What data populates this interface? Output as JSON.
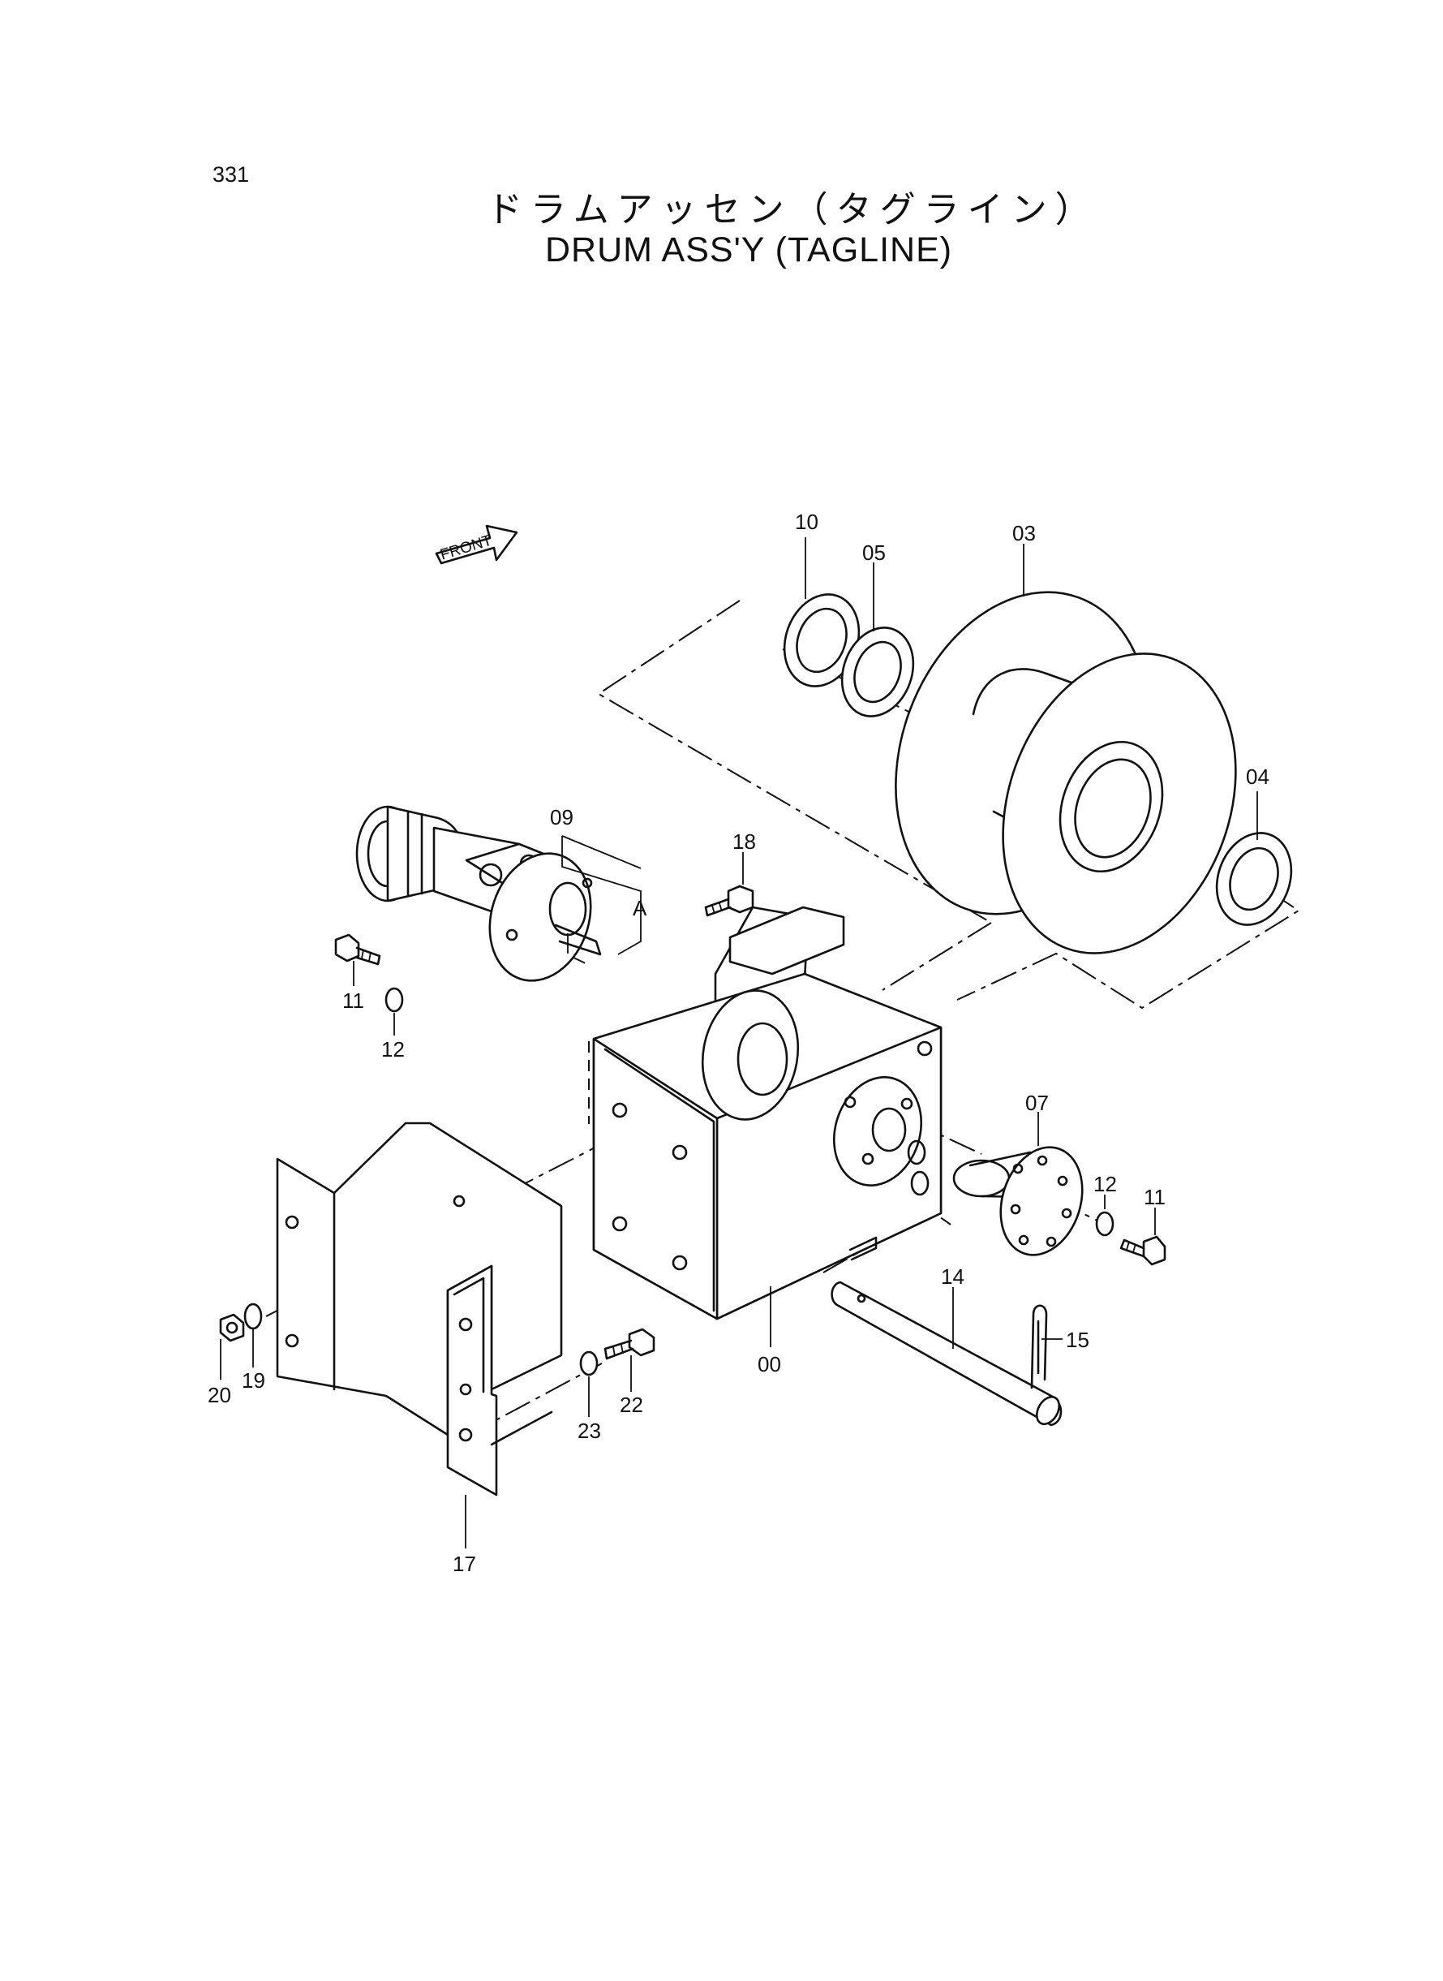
{
  "page_number": "331",
  "title_jp": "ドラムアッセン（タグライン）",
  "title_en": "DRUM ASS'Y (TAGLINE)",
  "front_marker": "FRONT",
  "ref_letter": "A",
  "callouts": {
    "p00": "00",
    "p03": "03",
    "p04": "04",
    "p05": "05",
    "p07": "07",
    "p09": "09",
    "p10": "10",
    "p11a": "11",
    "p11b": "11",
    "p12a": "12",
    "p12b": "12",
    "p14": "14",
    "p15": "15",
    "p17": "17",
    "p18": "18",
    "p19": "19",
    "p20": "20",
    "p22": "22",
    "p23": "23"
  }
}
